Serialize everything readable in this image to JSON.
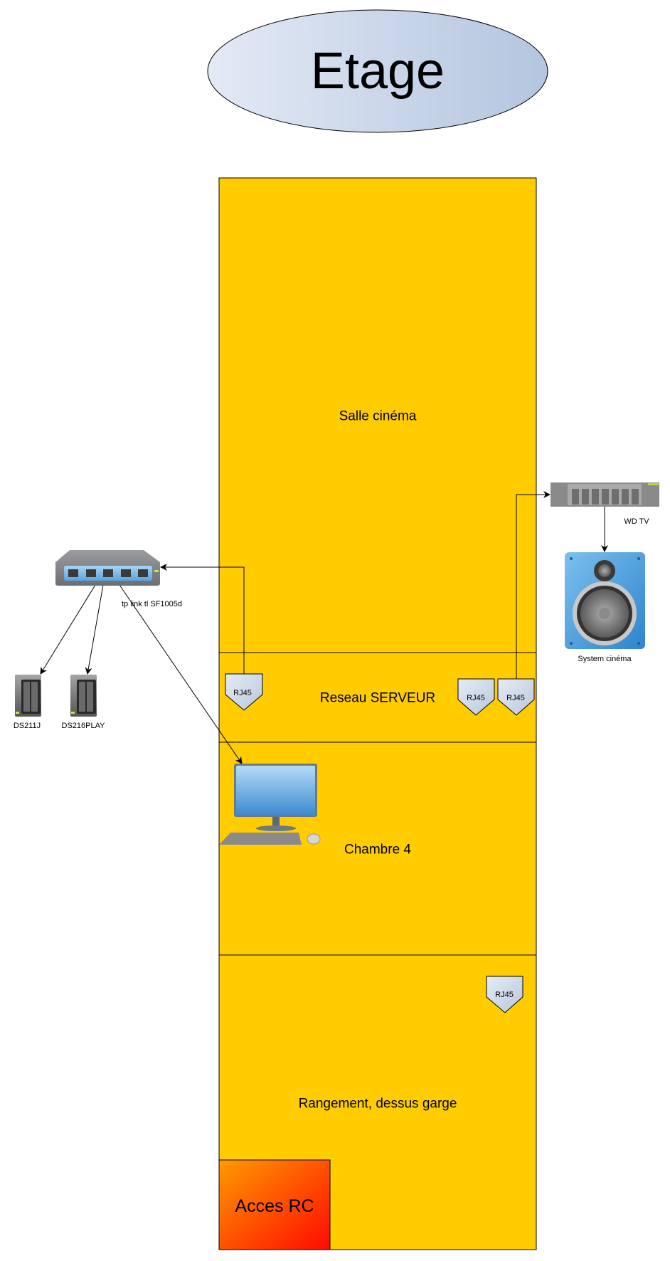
{
  "title": "Etage",
  "rooms": [
    {
      "label": "Salle cinéma"
    },
    {
      "label": "Reseau SERVEUR"
    },
    {
      "label": "Chambre 4"
    },
    {
      "label": "Rangement, dessus garge"
    }
  ],
  "acces_rc": "Acces RC",
  "rj45_label": "RJ45",
  "devices": {
    "switch": "tp link tl SF1005d",
    "nas1": "DS211J",
    "nas2": "DS216PLAY",
    "wdtv": "WD TV",
    "speaker": "System cinéma"
  },
  "colors": {
    "room_fill": "#FFCC00",
    "title_fill_start": "#E1E8F4",
    "title_fill_end": "#B5C6E0",
    "acces_start": "#FF9900",
    "acces_end": "#FF0000"
  }
}
